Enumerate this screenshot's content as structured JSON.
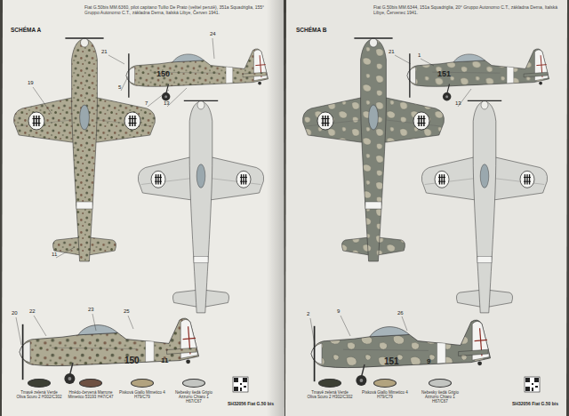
{
  "diagram": {
    "labels": [
      "Fiat G.50bis MM.6360, pilot capitano Tullio De Prato (velitel perutě), 351a Squadriglia, 155° Gruppo Autonomo C.T., základna Derna, Italská Libye, Červen 1941.",
      "SCHÉMA A",
      "24",
      "21",
      "19",
      "5",
      "7",
      "13",
      "11",
      "150",
      "20",
      "22",
      "23",
      "25",
      "150",
      "11",
      "SH32056 Fiat G.50 bis",
      "Fiat G.50bis MM.6344, 151a Squadriglia, 20° Gruppo Autonomo C.T., základna Derna, Italská Libye, Červenec 1941.",
      "SCHÉMA B",
      "21",
      "1",
      "13",
      "151",
      "2",
      "9",
      "26",
      "151",
      "9",
      "SH32056 Fiat G.50 bis"
    ],
    "legend": [
      {
        "text": "Tmavě zelená Verde Oliva Scuro 2 H302/C302",
        "color": "#3d4034"
      },
      {
        "text": "Hnědo-červená Marrone Mimetico 53193 H47/C47",
        "color": "#6e5142"
      },
      {
        "text": "Písková Giallo Mimetico 4 H79/C79",
        "color": "#b2a37f"
      },
      {
        "text": "Nebesky šedá Grigio Azzurro Chiaro 1 H67/C67",
        "color": "#c3c5c1"
      },
      {
        "text": "Tmavě zelená Verde Oliva Scuro 2 H302/C302",
        "color": "#3d4034"
      },
      {
        "text": "Písková Giallo Mimetico 4 H79/C79",
        "color": "#b2a37f"
      },
      {
        "text": "Nebesky šedá Grigio Azzurro Chiaro 1 H67/C67",
        "color": "#c3c5c1"
      }
    ]
  }
}
